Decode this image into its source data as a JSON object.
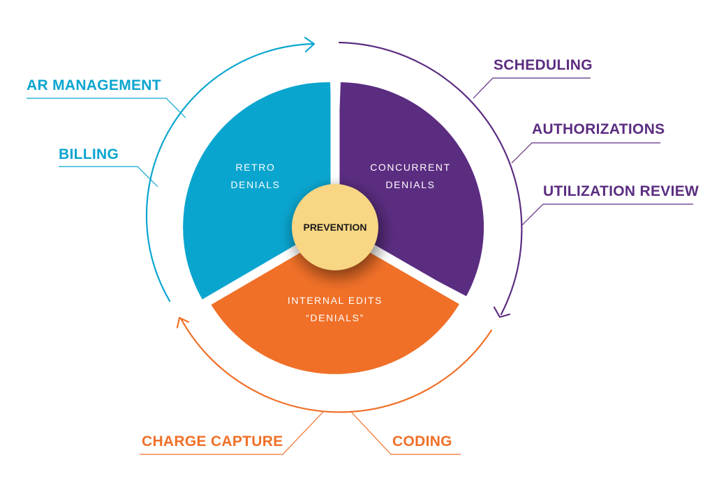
{
  "colors": {
    "blue": "#0aa5cf",
    "purple": "#5b2d81",
    "orange": "#f07028",
    "center": "#f8d683",
    "background": "#ffffff"
  },
  "segments": {
    "retro": {
      "line1": "RETRO",
      "line2": "DENIALS"
    },
    "concurrent": {
      "line1": "CONCURRENT",
      "line2": "DENIALS"
    },
    "internal": {
      "line1": "INTERNAL EDITS",
      "line2": "“DENIALS”"
    }
  },
  "center": {
    "label": "PREVENTION"
  },
  "labels": {
    "ar_management": "AR MANAGEMENT",
    "billing": "BILLING",
    "scheduling": "SCHEDULING",
    "authorizations": "AUTHORIZATIONS",
    "utilization_review": "UTILIZATION REVIEW",
    "charge_capture": "CHARGE CAPTURE",
    "coding": "CODING"
  }
}
